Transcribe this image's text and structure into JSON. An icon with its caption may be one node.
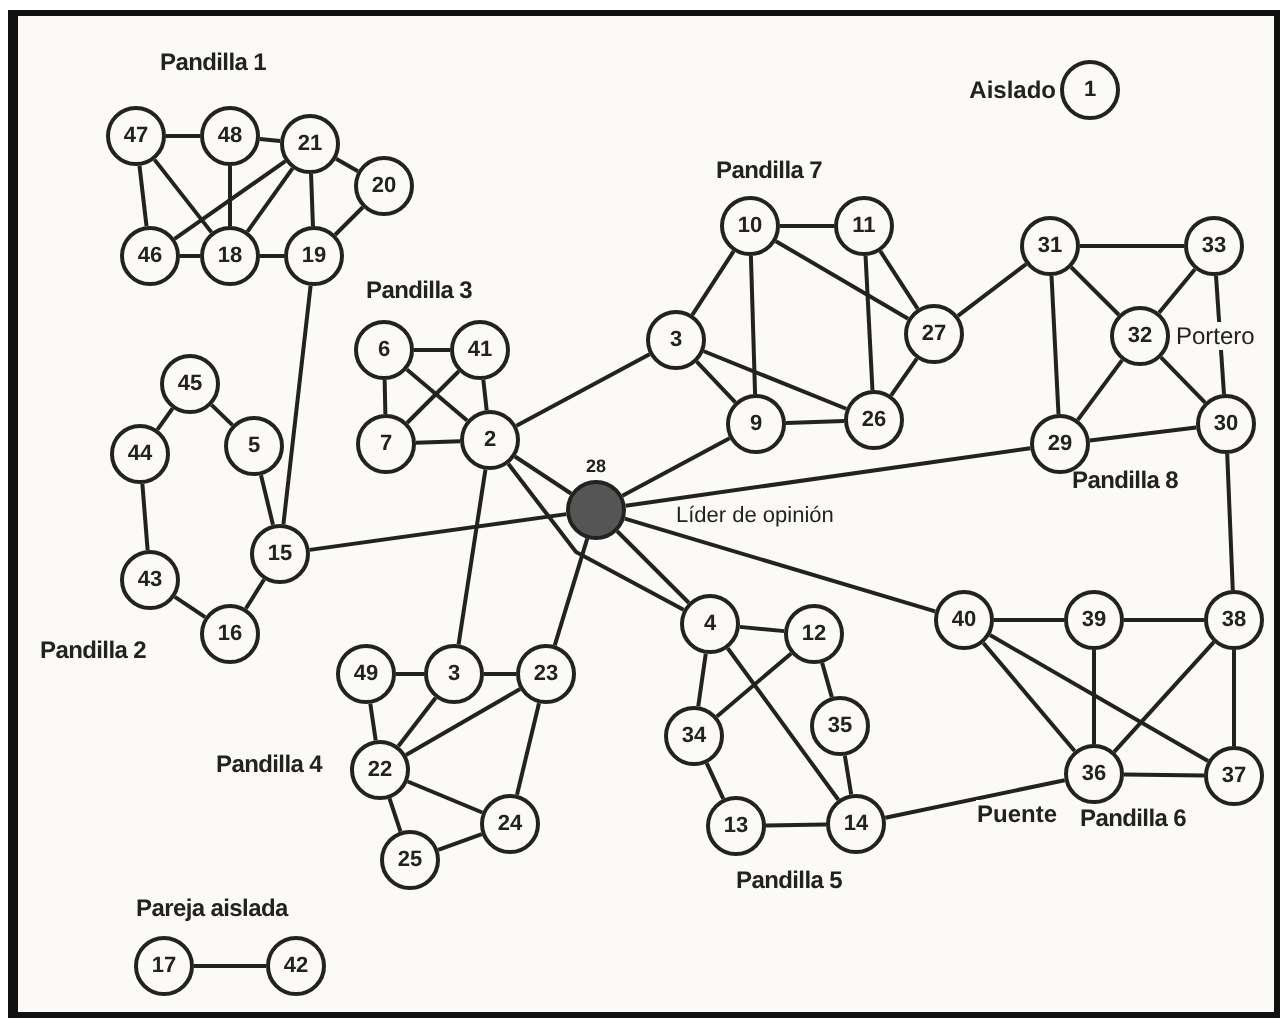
{
  "diagram": {
    "nodes": [
      {
        "text": [
          "47"
        ]
      },
      {
        "text": [
          "48"
        ]
      },
      {
        "text": [
          "21"
        ]
      },
      {
        "text": [
          "20"
        ]
      },
      {
        "text": [
          "46"
        ]
      },
      {
        "text": [
          "18"
        ]
      },
      {
        "text": [
          "19"
        ]
      },
      {
        "text": [
          "1"
        ],
        "beside": [
          "Aislado"
        ]
      },
      {
        "text": [
          "6"
        ]
      },
      {
        "text": [
          "41"
        ]
      },
      {
        "text": [
          "7"
        ]
      },
      {
        "text": [
          "2"
        ]
      },
      {
        "text": [
          "45"
        ]
      },
      {
        "text": [
          "44"
        ]
      },
      {
        "text": [
          "5"
        ]
      },
      {
        "text": [
          "43"
        ]
      },
      {
        "text": [
          "15"
        ]
      },
      {
        "text": [
          "16"
        ]
      },
      {
        "text": [
          "10"
        ]
      },
      {
        "text": [
          "11"
        ]
      },
      {
        "text": [
          "3"
        ]
      },
      {
        "text": [
          "27"
        ]
      },
      {
        "text": [
          "9"
        ]
      },
      {
        "text": [
          "26"
        ]
      },
      {
        "text": [
          "31"
        ]
      },
      {
        "text": [
          "33"
        ]
      },
      {
        "text": [
          "32"
        ],
        "beside": [
          "Portero"
        ]
      },
      {
        "text": [
          "30"
        ]
      },
      {
        "text": [
          "29"
        ]
      },
      {
        "text": [
          "28"
        ],
        "beside": [
          "Líder de opinión"
        ]
      },
      {
        "text": [
          "49"
        ]
      },
      {
        "text": [
          "3"
        ]
      },
      {
        "text": [
          "23"
        ]
      },
      {
        "text": [
          "22"
        ]
      },
      {
        "text": [
          "24"
        ]
      },
      {
        "text": [
          "25"
        ]
      },
      {
        "text": [
          "4"
        ]
      },
      {
        "text": [
          "12"
        ]
      },
      {
        "text": [
          "34"
        ]
      },
      {
        "text": [
          "35"
        ]
      },
      {
        "text": [
          "13"
        ]
      },
      {
        "text": [
          "14"
        ]
      },
      {
        "text": [
          "40"
        ]
      },
      {
        "text": [
          "39"
        ]
      },
      {
        "text": [
          "38"
        ]
      },
      {
        "text": [
          "36"
        ]
      },
      {
        "text": [
          "37"
        ]
      },
      {
        "text": [
          "17"
        ]
      },
      {
        "text": [
          "42"
        ]
      }
    ],
    "edges": [
      {
        "from": 0,
        "to": 1,
        "arrow": "none"
      },
      {
        "from": 1,
        "to": 2,
        "arrow": "none"
      },
      {
        "from": 2,
        "to": 3,
        "arrow": "none"
      },
      {
        "from": 3,
        "to": 6,
        "arrow": "none"
      },
      {
        "from": 0,
        "to": 4,
        "arrow": "none"
      },
      {
        "from": 0,
        "to": 5,
        "arrow": "none"
      },
      {
        "from": 1,
        "to": 5,
        "arrow": "none"
      },
      {
        "from": 2,
        "to": 4,
        "arrow": "none"
      },
      {
        "from": 2,
        "to": 5,
        "arrow": "none"
      },
      {
        "from": 2,
        "to": 6,
        "arrow": "none"
      },
      {
        "from": 4,
        "to": 5,
        "arrow": "none"
      },
      {
        "from": 5,
        "to": 6,
        "arrow": "none"
      },
      {
        "from": 6,
        "to": 16,
        "arrow": "none"
      },
      {
        "from": 8,
        "to": 9,
        "arrow": "none"
      },
      {
        "from": 8,
        "to": 10,
        "arrow": "none"
      },
      {
        "from": 8,
        "to": 11,
        "arrow": "none"
      },
      {
        "from": 9,
        "to": 10,
        "arrow": "none"
      },
      {
        "from": 9,
        "to": 11,
        "arrow": "none"
      },
      {
        "from": 10,
        "to": 11,
        "arrow": "none"
      },
      {
        "from": 12,
        "to": 13,
        "arrow": "none"
      },
      {
        "from": 12,
        "to": 14,
        "arrow": "none"
      },
      {
        "from": 13,
        "to": 15,
        "arrow": "none"
      },
      {
        "from": 14,
        "to": 16,
        "arrow": "none"
      },
      {
        "from": 15,
        "to": 17,
        "arrow": "none"
      },
      {
        "from": 17,
        "to": 16,
        "arrow": "none"
      },
      {
        "from": 16,
        "to": 29,
        "arrow": "none"
      },
      {
        "from": 18,
        "to": 19,
        "arrow": "none"
      },
      {
        "from": 18,
        "to": 20,
        "arrow": "none"
      },
      {
        "from": 18,
        "to": 22,
        "arrow": "none"
      },
      {
        "from": 18,
        "to": 21,
        "arrow": "none"
      },
      {
        "from": 19,
        "to": 23,
        "arrow": "none"
      },
      {
        "from": 19,
        "to": 21,
        "arrow": "none"
      },
      {
        "from": 20,
        "to": 22,
        "arrow": "none"
      },
      {
        "from": 20,
        "to": 23,
        "arrow": "none"
      },
      {
        "from": 22,
        "to": 23,
        "arrow": "none"
      },
      {
        "from": 23,
        "to": 21,
        "arrow": "none"
      },
      {
        "from": 21,
        "to": 24,
        "arrow": "none"
      },
      {
        "from": 11,
        "to": 20,
        "arrow": "none"
      },
      {
        "from": 29,
        "to": 22,
        "arrow": "none"
      },
      {
        "from": 24,
        "to": 25,
        "arrow": "none"
      },
      {
        "from": 24,
        "to": 26,
        "arrow": "none"
      },
      {
        "from": 24,
        "to": 28,
        "arrow": "none"
      },
      {
        "from": 25,
        "to": 26,
        "arrow": "none"
      },
      {
        "from": 25,
        "to": 27,
        "arrow": "none"
      },
      {
        "from": 26,
        "to": 28,
        "arrow": "none"
      },
      {
        "from": 26,
        "to": 27,
        "arrow": "none"
      },
      {
        "from": 28,
        "to": 27,
        "arrow": "none"
      },
      {
        "from": 27,
        "to": 44,
        "arrow": "none"
      },
      {
        "from": 29,
        "to": 28,
        "arrow": "none"
      },
      {
        "from": 11,
        "to": 29,
        "arrow": "none"
      },
      {
        "from": 11,
        "to": 36,
        "arrow": "none"
      },
      {
        "from": 11,
        "to": 31,
        "arrow": "none"
      },
      {
        "from": 29,
        "to": 36,
        "arrow": "none"
      },
      {
        "from": 29,
        "to": 42,
        "arrow": "none"
      },
      {
        "from": 29,
        "to": 32,
        "arrow": "none"
      },
      {
        "from": 30,
        "to": 31,
        "arrow": "none"
      },
      {
        "from": 31,
        "to": 32,
        "arrow": "none"
      },
      {
        "from": 30,
        "to": 33,
        "arrow": "none"
      },
      {
        "from": 31,
        "to": 33,
        "arrow": "none"
      },
      {
        "from": 32,
        "to": 33,
        "arrow": "none"
      },
      {
        "from": 32,
        "to": 34,
        "arrow": "none"
      },
      {
        "from": 33,
        "to": 34,
        "arrow": "none"
      },
      {
        "from": 33,
        "to": 35,
        "arrow": "none"
      },
      {
        "from": 35,
        "to": 34,
        "arrow": "none"
      },
      {
        "from": 36,
        "to": 37,
        "arrow": "none"
      },
      {
        "from": 36,
        "to": 38,
        "arrow": "none"
      },
      {
        "from": 36,
        "to": 41,
        "arrow": "none"
      },
      {
        "from": 37,
        "to": 38,
        "arrow": "none"
      },
      {
        "from": 37,
        "to": 39,
        "arrow": "none"
      },
      {
        "from": 39,
        "to": 41,
        "arrow": "none"
      },
      {
        "from": 38,
        "to": 40,
        "arrow": "none"
      },
      {
        "from": 40,
        "to": 41,
        "arrow": "none"
      },
      {
        "from": 41,
        "to": 45,
        "arrow": "none",
        "label": "Puente"
      },
      {
        "from": 42,
        "to": 43,
        "arrow": "none"
      },
      {
        "from": 43,
        "to": 44,
        "arrow": "none"
      },
      {
        "from": 42,
        "to": 45,
        "arrow": "none"
      },
      {
        "from": 42,
        "to": 46,
        "arrow": "none"
      },
      {
        "from": 43,
        "to": 45,
        "arrow": "none"
      },
      {
        "from": 44,
        "to": 45,
        "arrow": "none"
      },
      {
        "from": 44,
        "to": 46,
        "arrow": "none"
      },
      {
        "from": 45,
        "to": 46,
        "arrow": "none"
      },
      {
        "from": 47,
        "to": 48,
        "arrow": "none"
      }
    ],
    "labels": [
      "Pandilla 1",
      "Pandilla 7",
      "Pandilla 3",
      "Pandilla 8",
      "Pandilla 2",
      "Pandilla 4",
      "Pandilla 6",
      "Pandilla 5",
      "Pareja aislada"
    ]
  }
}
